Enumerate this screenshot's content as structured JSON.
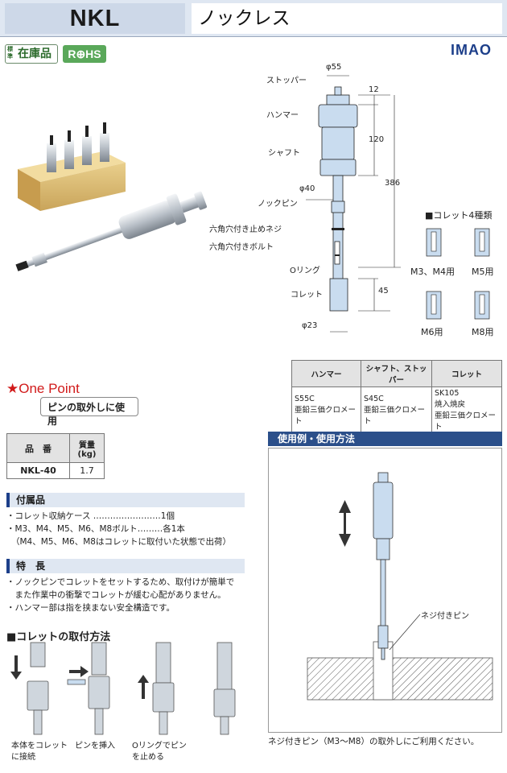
{
  "header": {
    "code": "NKL",
    "name": "ノックレス"
  },
  "badges": {
    "stock_small": "標準",
    "stock": "在庫品",
    "rohs": "R⊕HS"
  },
  "brand": "IMAO",
  "diagram": {
    "labels": [
      "ストッパー",
      "ハンマー",
      "シャフト",
      "ノックピン",
      "六角穴付き止めネジ",
      "六角穴付きボルト",
      "Oリング",
      "コレット"
    ],
    "dims": {
      "top_dia": "φ55",
      "top_h": "12",
      "hammer_h": "120",
      "total_h": "386",
      "shaft_dia": "φ40",
      "collet_h": "45",
      "collet_dia": "φ23"
    },
    "collet_types_title": "■コレット4種類",
    "collet_types": [
      "M3、M4用",
      "M5用",
      "M6用",
      "M8用"
    ]
  },
  "material_table": {
    "headers": [
      "ハンマー",
      "シャフト、ストッパー",
      "コレット"
    ],
    "rows": [
      [
        "S55C\n亜鉛三価クロメート",
        "S45C\n亜鉛三価クロメート",
        "SK105\n焼入焼戻\n亜鉛三価クロメート"
      ]
    ]
  },
  "one_point": {
    "title": "★One Point",
    "text": "ピンの取外しに使用"
  },
  "spec_table": {
    "headers": [
      "品　番",
      "質量\n(kg)"
    ],
    "rows": [
      [
        "NKL-40",
        "1.7"
      ]
    ]
  },
  "accessories": {
    "title": "付属品",
    "lines": [
      "・コレット収納ケース ……………………1個",
      "・M3、M4、M5、M6、M8ボルト………各1本",
      "（M4、M5、M6、M8はコレットに取付いた状態で出荷）"
    ]
  },
  "features": {
    "title": "特　長",
    "lines": [
      "・ノックピンでコレットをセットするため、取付けが簡単で",
      "　また作業中の衝撃でコレットが緩む心配がありません。",
      "・ハンマー部は指を挟まない安全構造です。"
    ]
  },
  "mounting": {
    "title": "■コレットの取付方法",
    "steps": [
      "本体をコレット\nに接続",
      "ピンを挿入",
      "Oリングでピン\nを止める",
      ""
    ]
  },
  "usage": {
    "title": "使用例・使用方法",
    "label": "ネジ付きピン",
    "caption": "ネジ付きピン（M3〜M8）の取外しにご利用ください。"
  }
}
